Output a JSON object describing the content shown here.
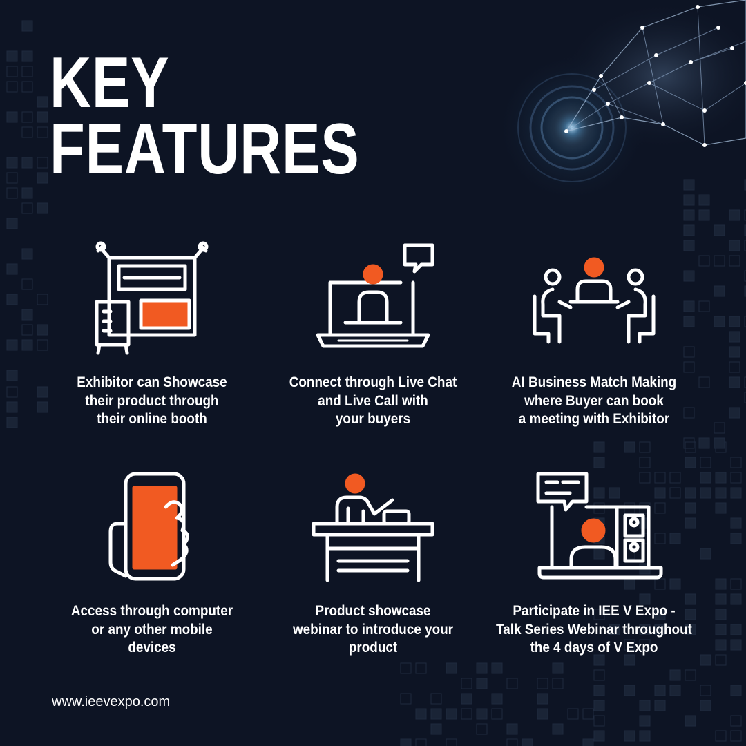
{
  "header": {
    "title_line1": "KEY",
    "title_line2": "FEATURES"
  },
  "features": [
    {
      "icon": "online-booth-icon",
      "lines": [
        "Exhibitor can Showcase",
        "their product through",
        "their online booth"
      ]
    },
    {
      "icon": "live-chat-laptop-icon",
      "lines": [
        "Connect through Live Chat",
        "and Live Call with",
        "your buyers"
      ]
    },
    {
      "icon": "business-meeting-icon",
      "lines": [
        "AI Business Match Making",
        "where Buyer can book",
        "a meeting with Exhibitor"
      ]
    },
    {
      "icon": "mobile-phone-hand-icon",
      "lines": [
        "Access through computer",
        "or any other mobile",
        "devices"
      ]
    },
    {
      "icon": "presenter-desk-icon",
      "lines": [
        "Product showcase",
        "webinar to introduce your",
        "product"
      ]
    },
    {
      "icon": "video-webinar-icon",
      "lines": [
        "Participate in IEE V Expo -",
        "Talk Series Webinar throughout",
        "the 4 days of V Expo"
      ]
    }
  ],
  "footer": {
    "url": "www.ieevexpo.com"
  },
  "colors": {
    "background": "#0d1424",
    "accent": "#f15a22",
    "foreground": "#ffffff"
  }
}
